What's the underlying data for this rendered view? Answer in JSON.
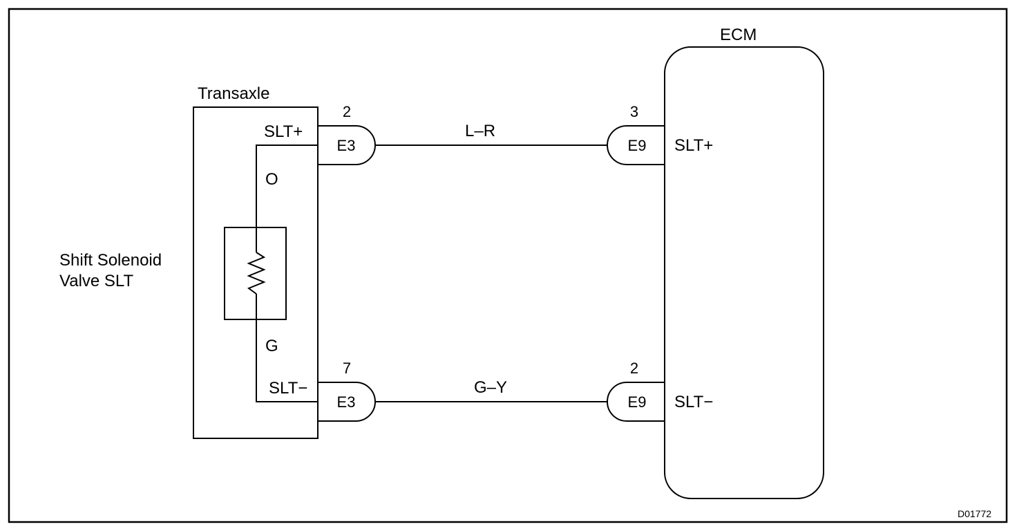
{
  "diagram": {
    "transaxle_label": "Transaxle",
    "ecm_label": "ECM",
    "solenoid_label_line1": "Shift Solenoid",
    "solenoid_label_line2": "Valve SLT",
    "drawing_code": "D01772",
    "transaxle_terminals": {
      "top": "SLT+",
      "bottom": "SLT−"
    },
    "ecm_terminals": {
      "top": "SLT+",
      "bottom": "SLT−"
    },
    "internal_wires": {
      "top_color": "O",
      "bottom_color": "G"
    },
    "connectors": {
      "left_top": {
        "id": "E3",
        "pin": "2"
      },
      "left_bottom": {
        "id": "E3",
        "pin": "7"
      },
      "right_top": {
        "id": "E9",
        "pin": "3"
      },
      "right_bottom": {
        "id": "E9",
        "pin": "2"
      }
    },
    "wires": {
      "top": "L–R",
      "bottom": "G–Y"
    }
  }
}
